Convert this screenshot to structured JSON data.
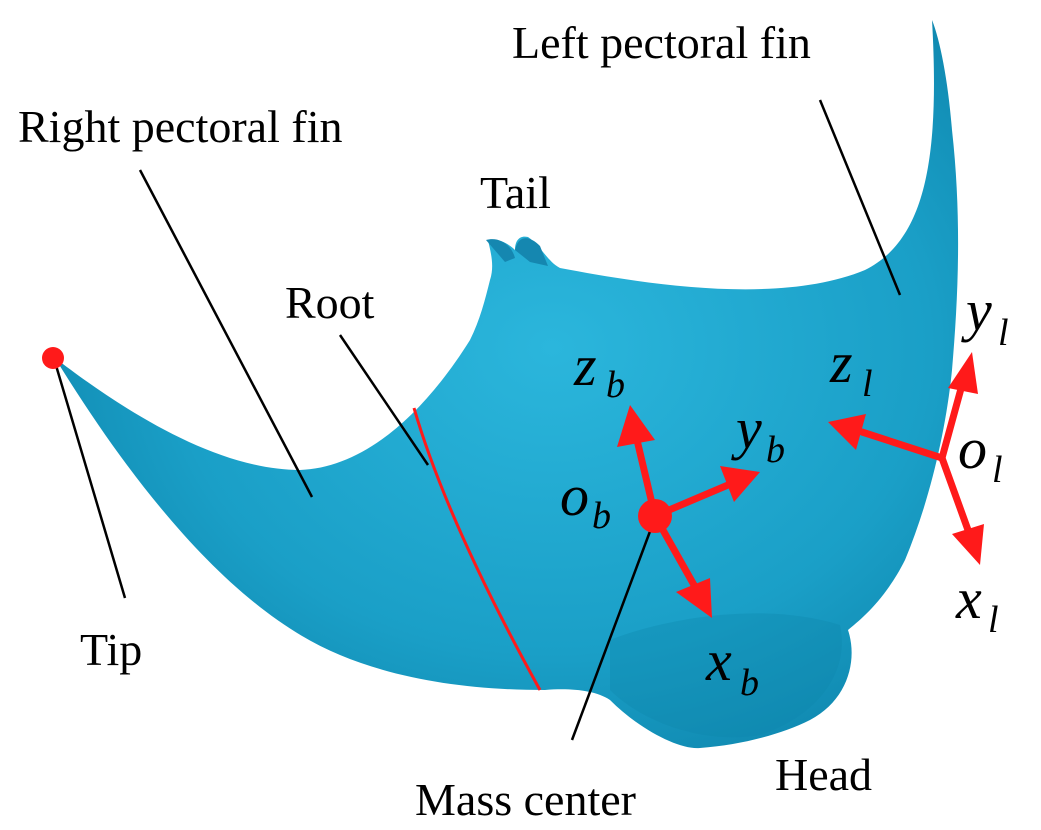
{
  "labels": {
    "left_pectoral_fin": "Left pectoral fin",
    "right_pectoral_fin": "Right pectoral fin",
    "tail": "Tail",
    "root": "Root",
    "tip": "Tip",
    "head": "Head",
    "mass_center": "Mass center"
  },
  "axes": {
    "body": {
      "x_main": "x",
      "x_sub": "b",
      "y_main": "y",
      "y_sub": "b",
      "z_main": "z",
      "z_sub": "b",
      "o_main": "o",
      "o_sub": "b"
    },
    "local": {
      "x_main": "x",
      "x_sub": "l",
      "y_main": "y",
      "y_sub": "l",
      "z_main": "z",
      "z_sub": "l",
      "o_main": "o",
      "o_sub": "l"
    }
  },
  "colors": {
    "body_fill": "#1aa0c8",
    "body_shade": "#0e86ad",
    "axis_red": "#ff1a1a",
    "text": "#000000"
  }
}
